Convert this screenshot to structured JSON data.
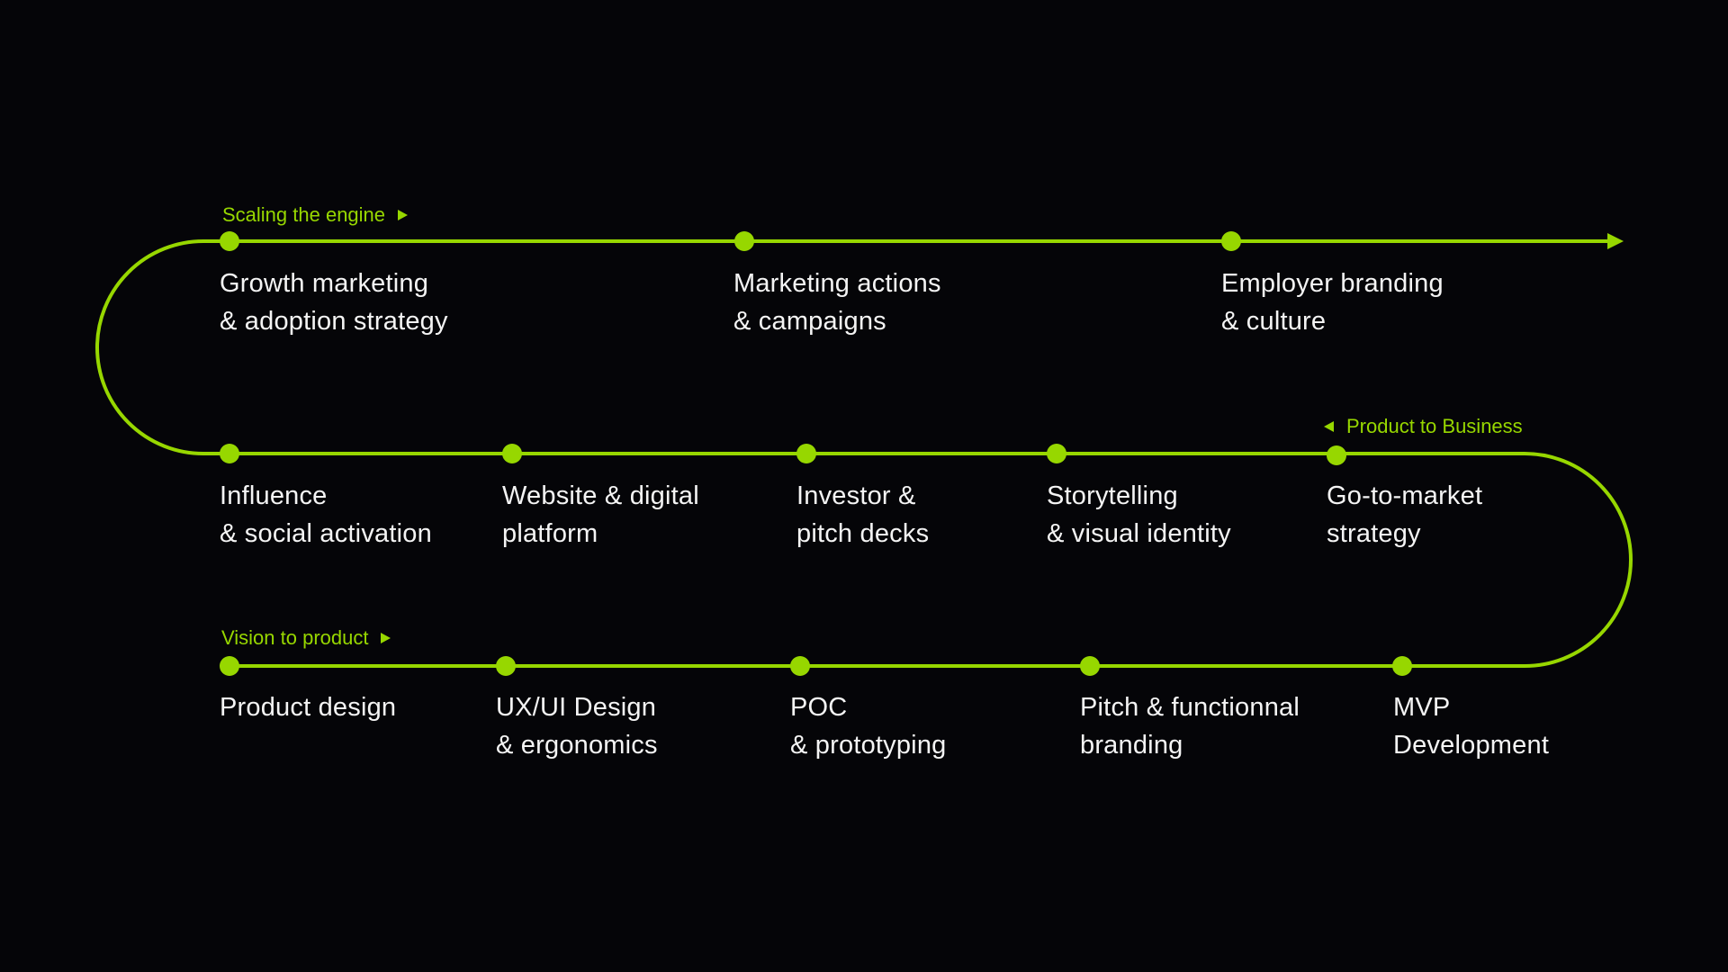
{
  "colors": {
    "accent": "#97d700",
    "background": "#050508",
    "text": "#f4f4f4"
  },
  "sections": {
    "scaling": "Scaling the engine",
    "product_to_business": "Product to Business",
    "vision": "Vision to product"
  },
  "row1": [
    {
      "l1": "Growth marketing",
      "l2": "& adoption strategy"
    },
    {
      "l1": "Marketing actions",
      "l2": "& campaigns"
    },
    {
      "l1": "Employer branding",
      "l2": "& culture"
    }
  ],
  "row2": [
    {
      "l1": "Influence",
      "l2": "& social activation"
    },
    {
      "l1": "Website & digital",
      "l2": "platform"
    },
    {
      "l1": "Investor &",
      "l2": "pitch decks"
    },
    {
      "l1": "Storytelling",
      "l2": "& visual identity"
    },
    {
      "l1": "Go-to-market",
      "l2": "strategy"
    }
  ],
  "row3": [
    {
      "l1": "Product design",
      "l2": ""
    },
    {
      "l1": "UX/UI Design",
      "l2": "& ergonomics"
    },
    {
      "l1": "POC",
      "l2": "& prototyping"
    },
    {
      "l1": "Pitch & functionnal",
      "l2": "branding"
    },
    {
      "l1": "MVP",
      "l2": "Development"
    }
  ]
}
